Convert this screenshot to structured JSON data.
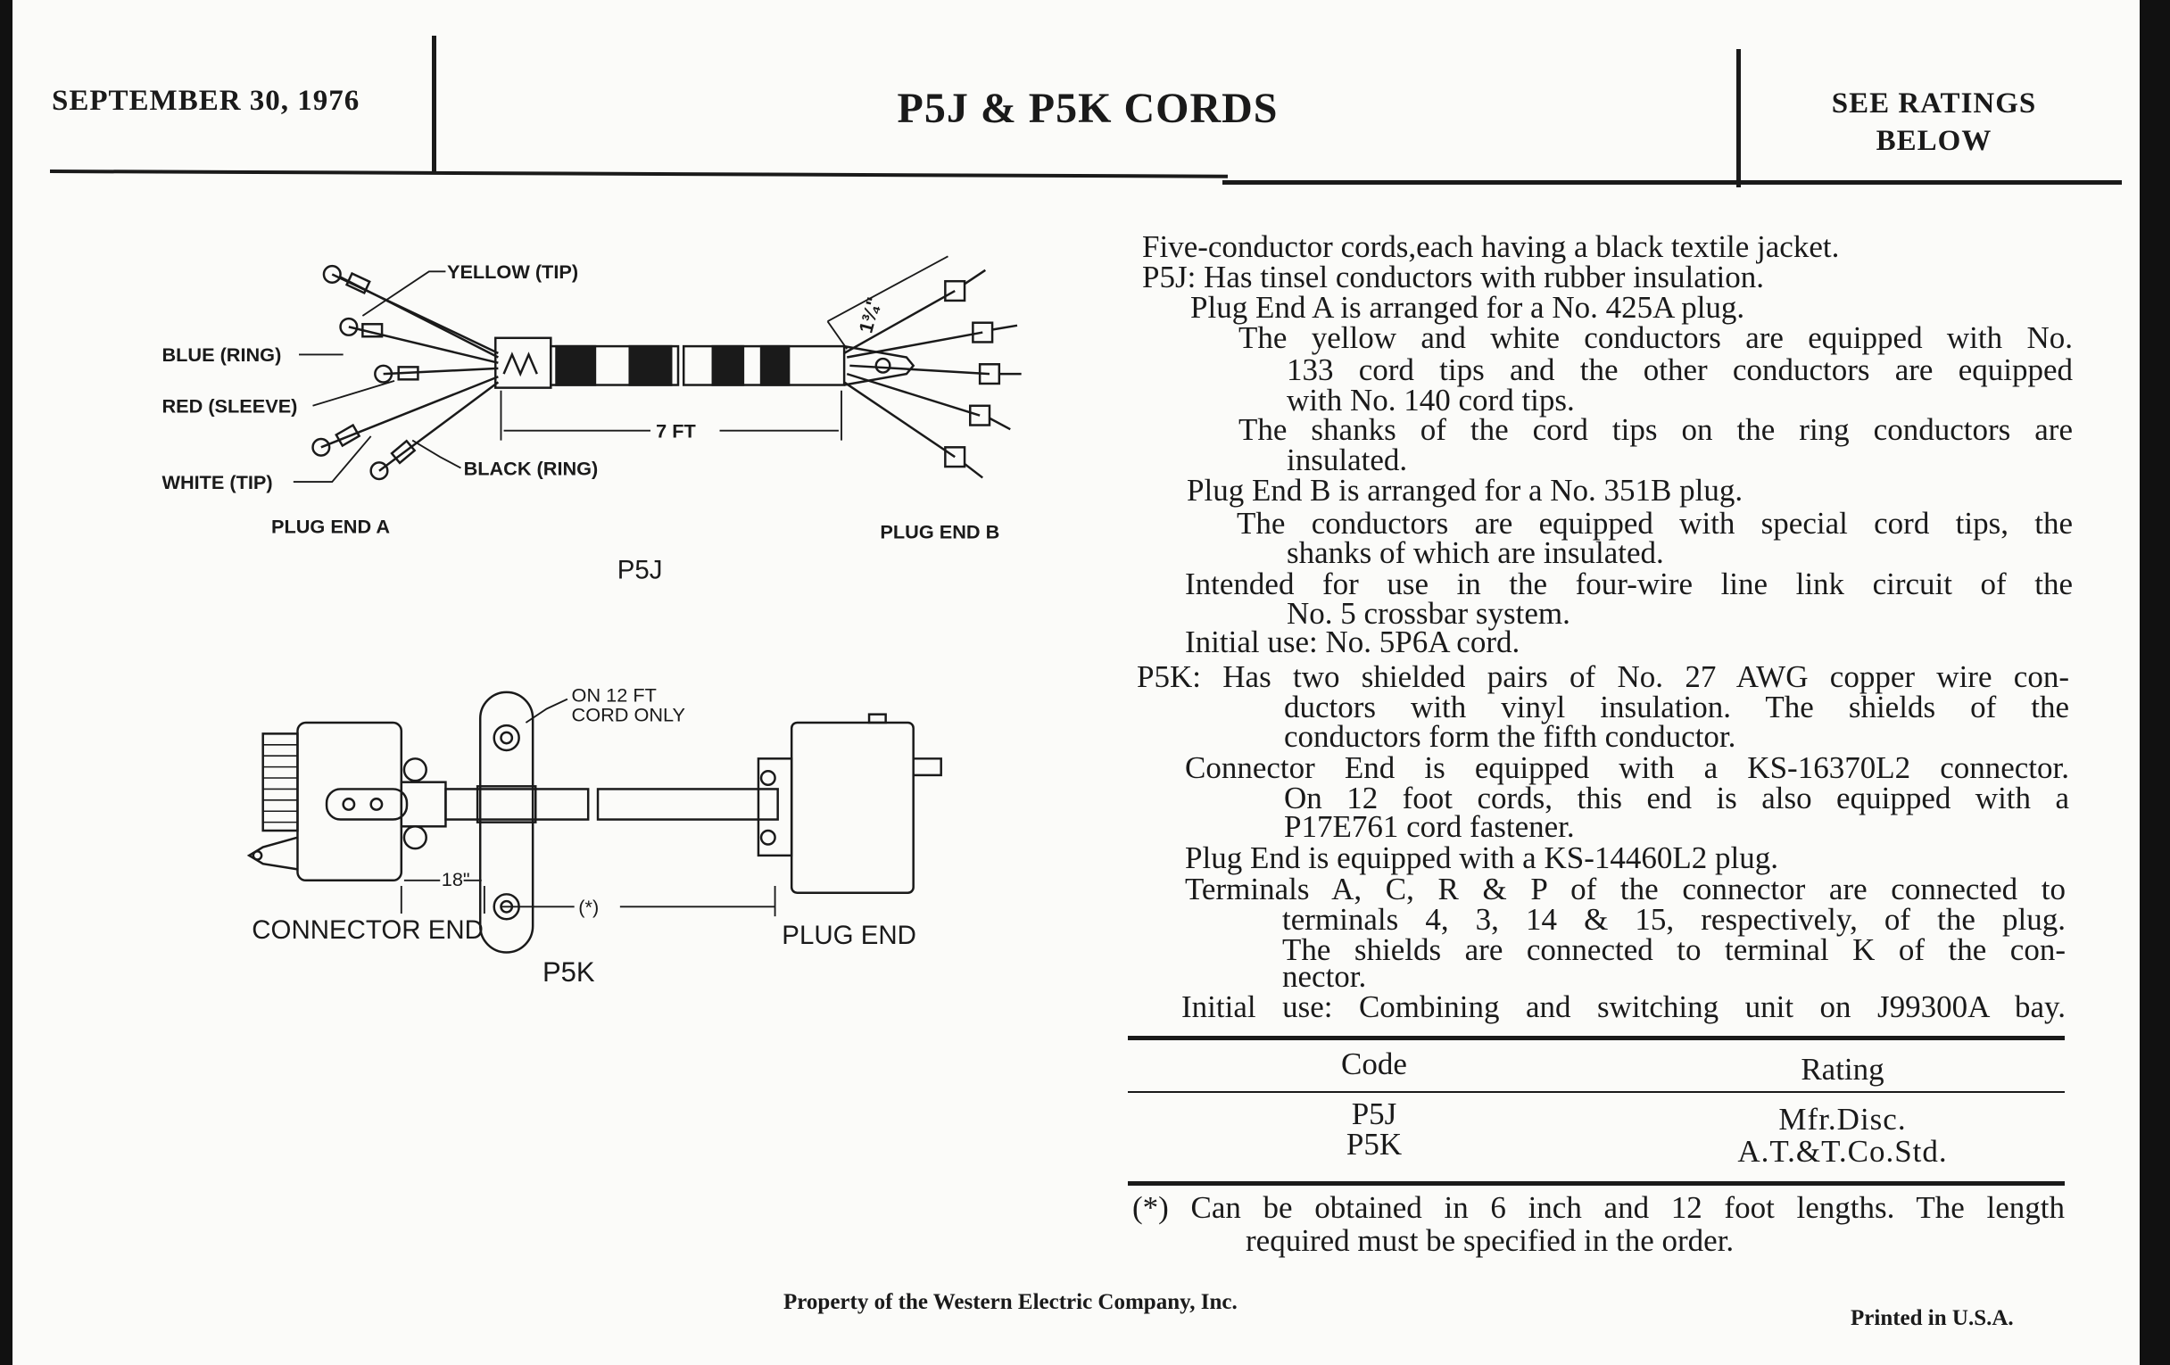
{
  "header": {
    "date": "SEPTEMBER 30, 1976",
    "title": "P5J & P5K CORDS",
    "ratings_note_line1": "SEE RATINGS",
    "ratings_note_line2": "BELOW"
  },
  "diagram_p5j": {
    "label_yellow": "YELLOW (TIP)",
    "label_blue": "BLUE (RING)",
    "label_red": "RED (SLEEVE)",
    "label_white": "WHITE (TIP)",
    "label_black": "BLACK (RING)",
    "length": "7 FT",
    "tip_length": "1¾\"",
    "plug_end_a": "PLUG END A",
    "plug_end_b": "PLUG END B",
    "caption": "P5J"
  },
  "diagram_p5k": {
    "note_line1": "ON 12 FT",
    "note_line2": "CORD ONLY",
    "dim_18": "18\"",
    "dim_star": "(*)",
    "connector_end": "CONNECTOR END",
    "plug_end": "PLUG END",
    "caption": "P5K"
  },
  "body": {
    "lines": [
      "Five-conductor cords,each having a black textile jacket.",
      "P5J:  Has tinsel conductors with rubber insulation.",
      "Plug End A is arranged for a No. 425A plug.",
      "The yellow and white conductors are equipped with No.",
      "133 cord tips and the other conductors are equipped",
      "with No. 140 cord tips.",
      "The shanks of the cord tips on the ring conductors are",
      "insulated.",
      "Plug End B is arranged for a No. 351B plug.",
      "The conductors are equipped with special cord tips, the",
      "shanks of which are insulated.",
      "Intended for use in the four-wire line link circuit of the",
      "No. 5 crossbar system.",
      "Initial use:  No. 5P6A cord.",
      "P5K:  Has two shielded pairs of No. 27 AWG copper wire con-",
      "ductors with vinyl insulation. The shields of the",
      "conductors form the fifth conductor.",
      "Connector End is equipped with a KS-16370L2 connector.",
      "On 12 foot cords, this end is also equipped with a",
      "P17E761 cord fastener.",
      "Plug End is equipped with a KS-14460L2 plug.",
      "Terminals A, C, R & P of the connector are connected to",
      "terminals 4, 3, 14 & 15, respectively, of the plug.",
      "The shields are connected to terminal K of the con-",
      "nector.",
      "Initial use:  Combining and switching unit on J99300A bay."
    ]
  },
  "ratings_table": {
    "headers": [
      "Code",
      "Rating"
    ],
    "rows": [
      [
        "P5J",
        "Mfr.Disc."
      ],
      [
        "P5K",
        "A.T.&T.Co.Std."
      ]
    ]
  },
  "footnote": {
    "line1": "(*)  Can be obtained in 6 inch and 12 foot lengths.  The length",
    "line2": "required must be specified in the order."
  },
  "footer": {
    "property": "Property of the Western Electric Company, Inc.",
    "printed": "Printed in U.S.A."
  }
}
